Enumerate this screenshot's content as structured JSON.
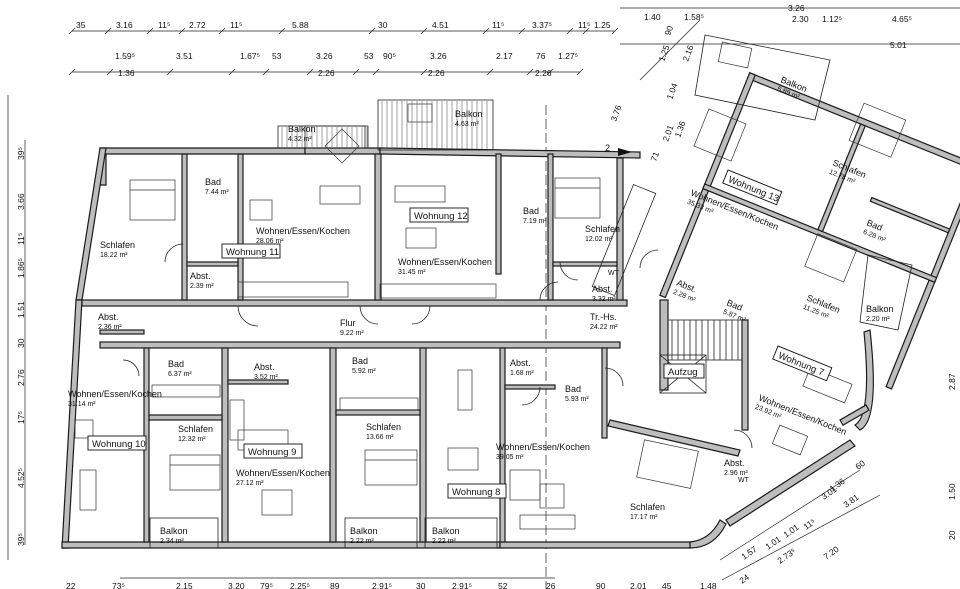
{
  "dimensions": {
    "top_row1": [
      "35",
      "3.16",
      "11⁵",
      "2.72",
      "11⁵",
      "5.88",
      "30",
      "4.51",
      "11⁵",
      "3.37⁵",
      "11⁵",
      "1.25"
    ],
    "top_row2a": [
      "1.59⁵",
      "3.51",
      "1.67⁵",
      "53",
      "3.26",
      "53",
      "90⁵",
      "3.26",
      "2.17",
      "76",
      "1.27⁵"
    ],
    "top_row2b": [
      "1.36",
      "2.26",
      "2.26",
      "2.26"
    ],
    "top_right": [
      "1.40",
      "1.58⁵",
      "3.26",
      "2.30",
      "1.12⁵",
      "4.65⁵",
      "5.01"
    ],
    "bottom": [
      "22",
      "73⁵",
      "2.15",
      "3.20",
      "79⁵",
      "2.25⁵",
      "89",
      "2.91⁵",
      "30",
      "2.91⁵",
      "52",
      "26",
      "90",
      "2.01",
      "45",
      "1.48"
    ],
    "left": [
      "39⁵",
      "3.66",
      "11⁵",
      "1.86⁵",
      "1.51",
      "30",
      "2.76",
      "17⁵",
      "4.52⁵",
      "39⁵"
    ],
    "angled_upper": [
      "3.76",
      "2.01",
      "1.36",
      "1.04",
      "2.16",
      "1.25",
      "90",
      "71"
    ],
    "angled_lower": [
      "1.57",
      "1.01",
      "1.01",
      "11⁵",
      "3.01",
      "1.36",
      "3.81",
      "60",
      "2.73⁵",
      "7.20",
      "24"
    ],
    "right_edge": [
      "2.87",
      "1.50",
      "20"
    ]
  },
  "section_mark": "2",
  "rooms": [
    {
      "name": "Bad",
      "area": "7.44 m²"
    },
    {
      "name": "Balkon",
      "area": "4.32 m²"
    },
    {
      "name": "Balkon",
      "area": "4.63 m²"
    },
    {
      "name": "Wohnen/Essen/Kochen",
      "area": "28.06 m²"
    },
    {
      "name": "Schlafen",
      "area": "18.22 m²"
    },
    {
      "name": "Abst.",
      "area": "2.39 m²"
    },
    {
      "name": "Wohnen/Essen/Kochen",
      "area": "31.45 m²"
    },
    {
      "name": "Bad",
      "area": "7.19 m²"
    },
    {
      "name": "Schlafen",
      "area": "12.02 m²"
    },
    {
      "name": "Abst.",
      "area": "3.32 m²"
    },
    {
      "name": "Tr.-Hs.",
      "area": "24.22 m²"
    },
    {
      "name": "Flur",
      "area": "9.22 m²"
    },
    {
      "name": "Abst.",
      "area": "2.36 m²"
    },
    {
      "name": "Wohnen/Essen/Kochen",
      "area": "31.14 m²"
    },
    {
      "name": "Bad",
      "area": "6.37 m²"
    },
    {
      "name": "Schlafen",
      "area": "12.32 m²"
    },
    {
      "name": "Balkon",
      "area": "2.34 m²"
    },
    {
      "name": "Abst.",
      "area": "3.52 m²"
    },
    {
      "name": "Wohnen/Essen/Kochen",
      "area": "27.12 m²"
    },
    {
      "name": "Bad",
      "area": "5.92 m²"
    },
    {
      "name": "Schlafen",
      "area": "13.66 m²"
    },
    {
      "name": "Balkon",
      "area": "2.22 m²"
    },
    {
      "name": "Abst.",
      "area": "1.68 m²"
    },
    {
      "name": "Bad",
      "area": "5.93 m²"
    },
    {
      "name": "Wohnen/Essen/Kochen",
      "area": "39.05 m²"
    },
    {
      "name": "Balkon",
      "area": "2.22 m²"
    },
    {
      "name": "Schlafen",
      "area": "17.17 m²"
    },
    {
      "name": "Abst.",
      "area": "2.96 m²"
    },
    {
      "name": "Balkon",
      "area": "5.89 m²"
    },
    {
      "name": "Wohnen/Essen/Kochen",
      "area": "35.33 m²"
    },
    {
      "name": "Schlafen",
      "area": "12.78 m²"
    },
    {
      "name": "Bad",
      "area": "6.28 m²"
    },
    {
      "name": "Abst.",
      "area": "2.28 m²"
    },
    {
      "name": "Bad",
      "area": "5.87 m²"
    },
    {
      "name": "Schlafen",
      "area": "11.25 m²"
    },
    {
      "name": "Balkon",
      "area": "2.20 m²"
    },
    {
      "name": "Wohnen/Essen/Kochen",
      "area": "23.92 m²"
    }
  ],
  "apartments": [
    "Wohnung 11",
    "Wohnung 12",
    "Wohnung 13",
    "Wohnung 10",
    "Wohnung 9",
    "Wohnung 8",
    "Wohnung 7"
  ],
  "markers": {
    "lift": "Aufzug",
    "wm": "WT"
  },
  "colors": {
    "wall": "#bdbdbd",
    "line": "#1a1a1a",
    "background": "#ffffff"
  }
}
